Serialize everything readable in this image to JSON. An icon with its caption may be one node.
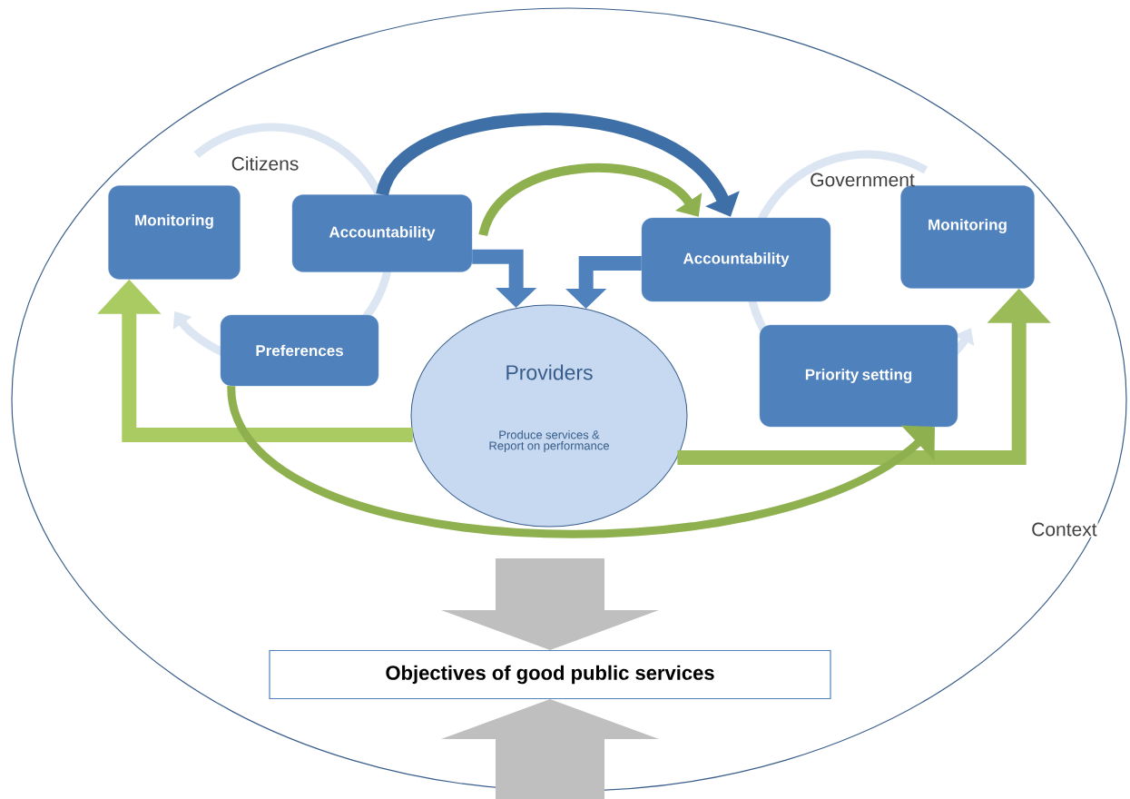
{
  "diagram": {
    "nodes": [
      {
        "text": [
          "Context"
        ]
      },
      {
        "text": [
          "Monitoring"
        ],
        "in": 0
      },
      {
        "text": [
          "Accountability"
        ],
        "in": 0
      },
      {
        "text": [
          "Preferences"
        ],
        "in": 0
      },
      {
        "text": [
          "Providers",
          "Produce services & Report on performance"
        ],
        "in": 0
      },
      {
        "text": [
          "Accountability"
        ],
        "in": 0
      },
      {
        "text": [
          "Monitoring"
        ],
        "in": 0
      },
      {
        "text": [
          "Priority setting"
        ],
        "in": 0
      },
      {
        "text": [
          "Objectives of good public services"
        ],
        "in": 0
      }
    ],
    "edges": [
      {
        "from": 2,
        "to": 5,
        "arrow": "to",
        "color": "#3e6fa6"
      },
      {
        "from": 2,
        "to": 5,
        "arrow": "to",
        "color": "#8fb04f"
      },
      {
        "from": 2,
        "to": 4,
        "arrow": "to",
        "color": "#4f81bd"
      },
      {
        "from": 5,
        "to": 4,
        "arrow": "to",
        "color": "#4f81bd"
      },
      {
        "from": 4,
        "to": 1,
        "arrow": "to",
        "color": "#a9cb62"
      },
      {
        "from": 4,
        "to": 6,
        "arrow": "to",
        "color": "#9bbb59"
      },
      {
        "from": 3,
        "to": 7,
        "arrow": "to",
        "color": "#8fb04f"
      },
      {
        "from": null,
        "to": 8,
        "arrow": "to",
        "color": "#bfbfbf",
        "style": "thick"
      },
      {
        "from": null,
        "to": 8,
        "arrow": "to",
        "color": "#bfbfbf",
        "style": "thick"
      }
    ],
    "labels": [
      "Citizens",
      "Government"
    ]
  }
}
